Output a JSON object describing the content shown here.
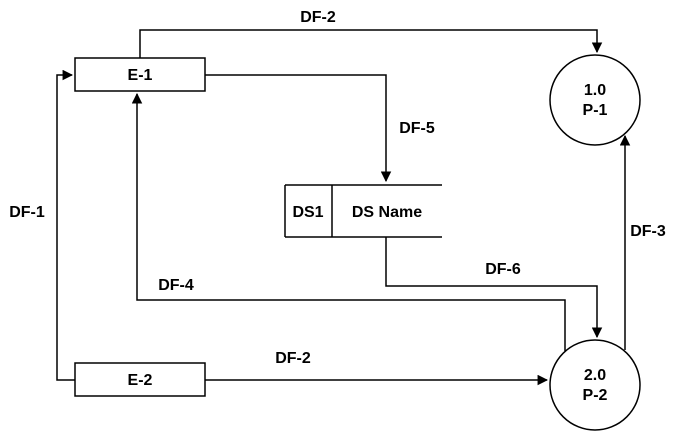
{
  "entities": {
    "e1": "E-1",
    "e2": "E-2"
  },
  "processes": {
    "p1": {
      "number": "1.0",
      "name": "P-1"
    },
    "p2": {
      "number": "2.0",
      "name": "P-2"
    }
  },
  "datastore": {
    "id": "DS1",
    "name": "DS Name"
  },
  "flows": {
    "df1": "DF-1",
    "df2_top": "DF-2",
    "df2_bottom": "DF-2",
    "df3": "DF-3",
    "df4": "DF-4",
    "df5": "DF-5",
    "df6": "DF-6"
  },
  "colors": {
    "stroke": "#000000",
    "background": "#ffffff"
  }
}
